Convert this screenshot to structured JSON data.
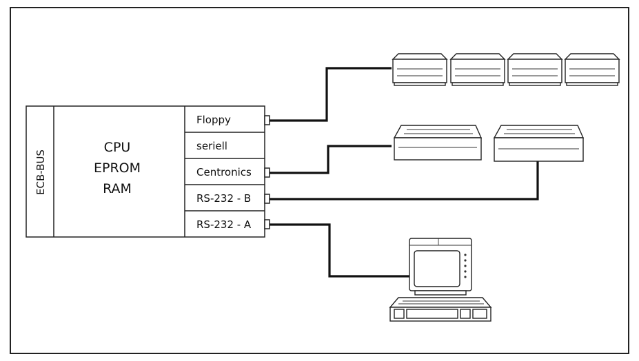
{
  "diagram": {
    "bus_label": "ECB-BUS",
    "cpu_lines": [
      "CPU",
      "EPROM",
      "RAM"
    ],
    "ports": [
      "Floppy",
      "seriell",
      "Centronics",
      "RS-232 - B",
      "RS-232 - A"
    ]
  }
}
